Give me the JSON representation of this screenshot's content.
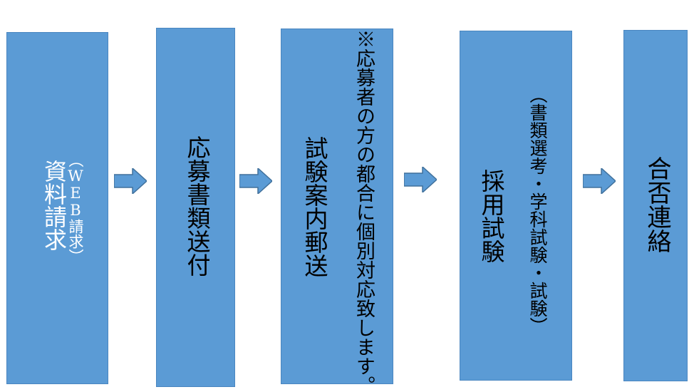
{
  "steps": [
    {
      "main": "資料請求",
      "sub": "（WEB請求）"
    },
    {
      "main": "応募書類送付"
    },
    {
      "main": "試験案内郵送",
      "note": "※応募者の方の都合に個別対応致します。"
    },
    {
      "main": "採用試験",
      "note": "（書類選考・学科試験・試験）"
    },
    {
      "main": "合否連絡"
    }
  ],
  "colors": {
    "box_fill": "#5b9bd5",
    "box_border": "#4a86c0",
    "arrow_fill": "#5b9bd5",
    "arrow_stroke": "#41719c"
  }
}
